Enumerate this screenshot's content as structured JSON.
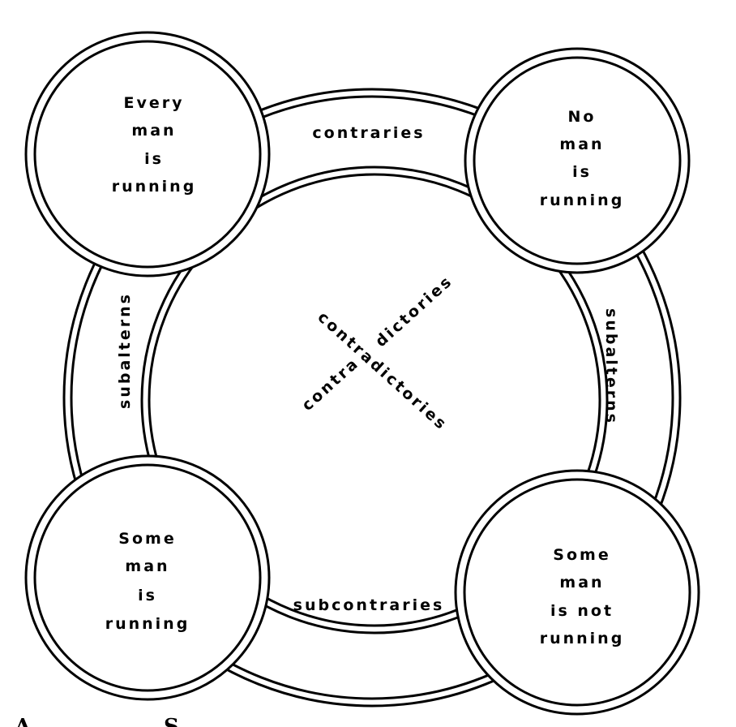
{
  "corners": {
    "top_left": [
      "Every",
      "man",
      "is",
      "running"
    ],
    "top_right": [
      "No",
      "man",
      "is",
      "running"
    ],
    "bottom_left": [
      "Some",
      "man",
      "is",
      "running"
    ],
    "bottom_right": [
      "Some",
      "man",
      "is not",
      "running"
    ]
  },
  "relations": {
    "top": "contraries",
    "bottom": "subcontraries",
    "left": "subalterns",
    "right": "subalterns",
    "diagonal_full": "contradictories",
    "diagonal_part1": "contra",
    "diagonal_part2": "dictories"
  },
  "corner_letters": [
    "A",
    "S"
  ]
}
